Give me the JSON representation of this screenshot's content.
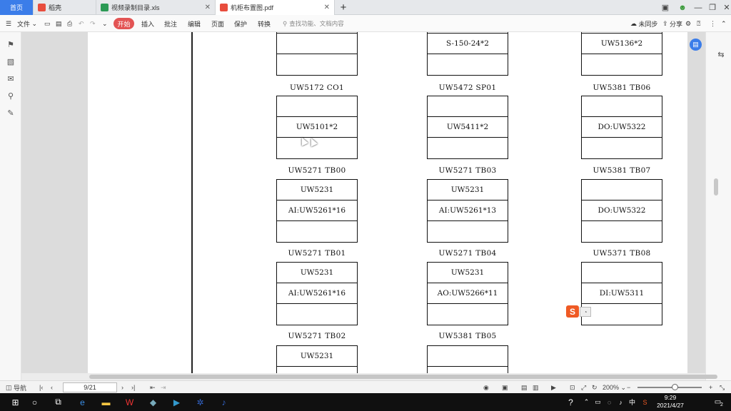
{
  "tabs": {
    "home": "首页",
    "tab1": "稻壳",
    "tab2": "视频录制目录.xls",
    "tab3": "机柜布置图.pdf",
    "new": "+"
  },
  "toolbar": {
    "file": "文件",
    "start": "开始",
    "insert": "插入",
    "annotate": "批注",
    "edit": "编辑",
    "page": "页面",
    "protect": "保护",
    "convert": "转换",
    "search_placeholder": "查找功能、文档内容",
    "sync": "未同步",
    "share": "分享"
  },
  "cabinets": [
    {
      "label": "",
      "rows": [
        "",
        ""
      ]
    },
    {
      "label": "",
      "rows": [
        "S-150-24*2",
        ""
      ]
    },
    {
      "label": "",
      "rows": [
        "UW5136*2",
        ""
      ]
    },
    {
      "label": "UW5172  CO1",
      "rows": [
        "",
        "UW5101*2",
        ""
      ]
    },
    {
      "label": "UW5472  SP01",
      "rows": [
        "",
        "UW5411*2",
        ""
      ]
    },
    {
      "label": "UW5381  TB06",
      "rows": [
        "",
        "DO:UW5322",
        ""
      ]
    },
    {
      "label": "UW5271  TB00",
      "rows": [
        "UW5231",
        "AI:UW5261*16",
        ""
      ]
    },
    {
      "label": "UW5271  TB03",
      "rows": [
        "UW5231",
        "AI:UW5261*13",
        ""
      ]
    },
    {
      "label": "UW5381  TB07",
      "rows": [
        "",
        "DO:UW5322",
        ""
      ]
    },
    {
      "label": "UW5271  TB01",
      "rows": [
        "UW5231",
        "AI:UW5261*16",
        ""
      ]
    },
    {
      "label": "UW5271  TB04",
      "rows": [
        "UW5231",
        "AO:UW5266*11",
        ""
      ]
    },
    {
      "label": "UW5371  TB08",
      "rows": [
        "",
        "DI:UW5311",
        ""
      ]
    },
    {
      "label": "UW5271  TB02",
      "rows": [
        "UW5231",
        ""
      ]
    },
    {
      "label": "UW5381  TB05",
      "rows": [
        "",
        ""
      ]
    }
  ],
  "status": {
    "nav": "导航",
    "page_indicator": "9/21",
    "zoom": "200%"
  },
  "taskbar": {
    "time": "9:29",
    "date": "2021/4/27",
    "ime_lang": "中",
    "notifications": "2"
  }
}
